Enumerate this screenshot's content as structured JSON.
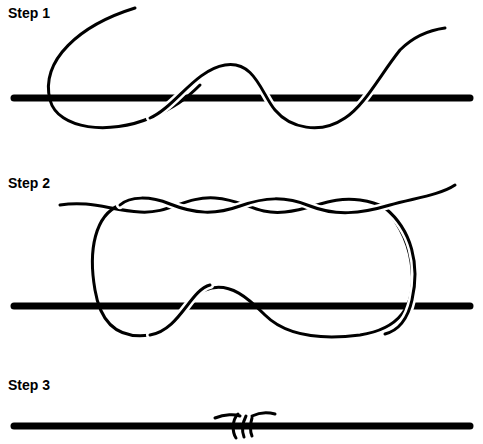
{
  "diagram": {
    "labels": [
      "Step 1",
      "Step 2",
      "Step 3"
    ]
  }
}
